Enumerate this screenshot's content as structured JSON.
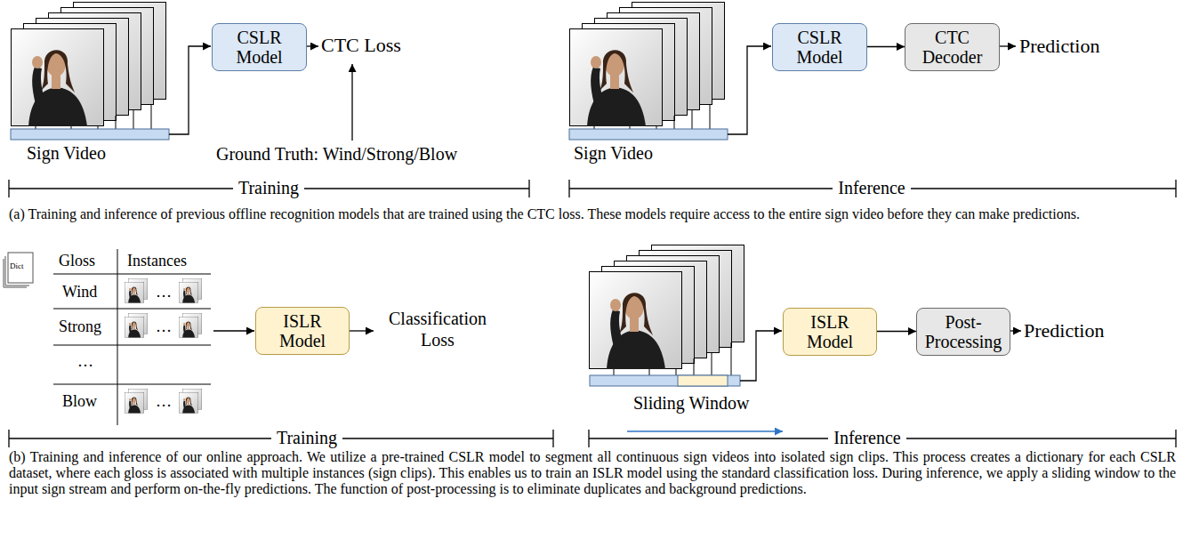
{
  "diagram": {
    "nodes": [
      {
        "text": [
          "CSLR Model"
        ]
      },
      {
        "text": [
          "CSLR Model"
        ]
      },
      {
        "text": [
          "CTC Decoder"
        ]
      },
      {
        "text": [
          "ISLR Model"
        ]
      },
      {
        "text": [
          "ISLR Model"
        ]
      },
      {
        "text": [
          "Post- Processing"
        ]
      }
    ],
    "edges": [
      {
        "from": 1,
        "to": 2,
        "arrow": "to"
      },
      {
        "from": 4,
        "to": 5,
        "arrow": "to"
      }
    ],
    "labels": [
      "CTC Loss",
      "Sign Video",
      "Ground Truth: Wind/Strong/Blow",
      "Training",
      "Sign Video",
      "Prediction",
      "Inference",
      "(a) Training and inference of previous offline recognition models that are trained using the CTC loss. These models require access to the entire sign video before they can make predictions.",
      "Dict",
      "Gloss",
      "Instances",
      "Wind",
      "Strong",
      "…",
      "Blow",
      "…",
      "…",
      "…",
      "Classification Loss",
      "Training",
      "Sliding Window",
      "Prediction",
      "Inference",
      "(b) Training and inference of our online approach. We utilize a pre-trained CSLR model to segment all continuous sign videos into isolated sign clips. This process creates a dictionary for each CSLR dataset, where each gloss is associated with multiple instances (sign clips). This enables us to train an ISLR model using the standard classification loss. During inference, we apply a sliding window to the input sign stream and perform on-the-fly predictions. The function of post-processing is to eliminate duplicates and background predictions."
    ]
  }
}
